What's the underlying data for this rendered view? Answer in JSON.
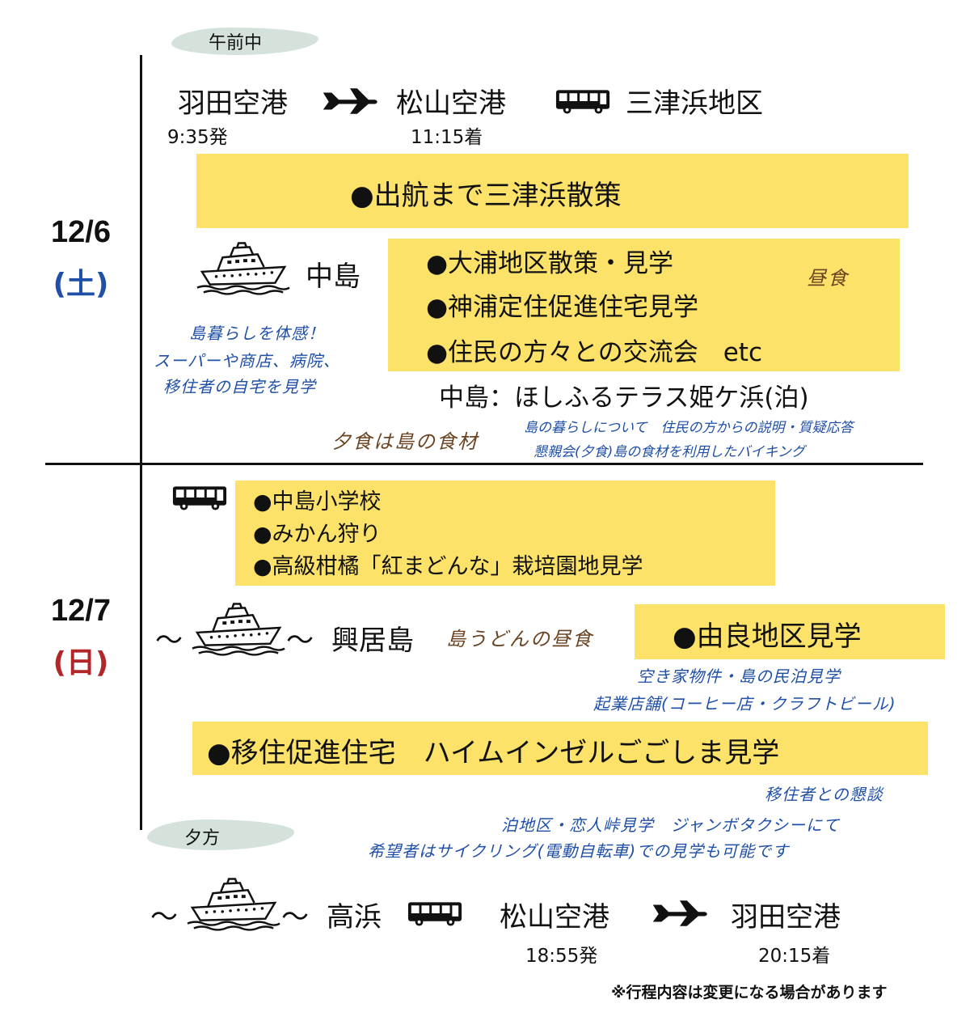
{
  "labels": {
    "morning": "午前中",
    "evening": "夕方"
  },
  "day1": {
    "date": "12/6",
    "weekday": "(土)",
    "weekday_color": "#1f4fa6",
    "route": {
      "from": "羽田空港",
      "from_time": "9:35発",
      "to": "松山空港",
      "to_time": "11:15着",
      "dest": "三津浜地区"
    },
    "box1": "●出航まで三津浜散策",
    "island": "中島",
    "box2": [
      "●大浦地区散策・見学",
      "●神浦定住促進住宅見学",
      "●住民の方々との交流会　etc"
    ],
    "lunch_note": "昼食",
    "island_note": [
      "島暮らしを体感！",
      "スーパーや商店、病院、",
      "移住者の自宅を見学"
    ],
    "stay": "中島：ほしふるテラス姫ケ浜(泊)",
    "dinner_note": "夕食は島の食材",
    "stay_note": [
      "島の暮らしについて　住民の方からの説明・質疑応答",
      "懇親会(夕食)島の食材を利用したバイキング"
    ]
  },
  "day2": {
    "date": "12/7",
    "weekday": "(日)",
    "weekday_color": "#b2262a",
    "box3": [
      "●中島小学校",
      "●みかん狩り",
      "●高級柑橘「紅まどんな」栽培園地見学"
    ],
    "tilde": "〜",
    "island": "興居島",
    "lunch_note": "島うどんの昼食",
    "box4": "●由良地区見学",
    "yura_note": [
      "空き家物件・島の民泊見学",
      "起業店舗(コーヒー店・クラフトビール)"
    ],
    "box5": "●移住促進住宅　ハイムインゼルごごしま見学",
    "box5_note": [
      "移住者との懇談",
      "泊地区・恋人峠見学　ジャンボタクシーにて",
      "希望者はサイクリング(電動自転車)での見学も可能です"
    ],
    "return_route": {
      "port": "高浜",
      "airport": "松山空港",
      "airport_time": "18:55発",
      "dest": "羽田空港",
      "dest_time": "20:15着"
    }
  },
  "footnote": "※行程内容は変更になる場合があります",
  "colors": {
    "highlight": "#fde26a",
    "brush": "#d5e2db",
    "note_blue": "#1f4fa6",
    "note_brown": "#6b4423"
  },
  "icons": [
    "airplane-icon",
    "bus-icon",
    "ferry-icon"
  ]
}
